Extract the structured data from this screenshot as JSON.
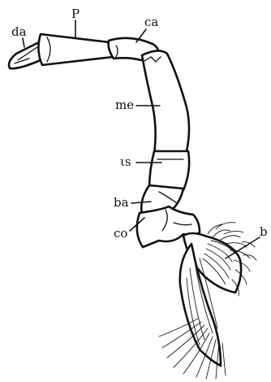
{
  "figure": {
    "labels": {
      "da": "da",
      "p": "P",
      "ca": "ca",
      "me": "me",
      "is": "ιs",
      "ba": "ba",
      "co": "co",
      "b": "b"
    }
  }
}
